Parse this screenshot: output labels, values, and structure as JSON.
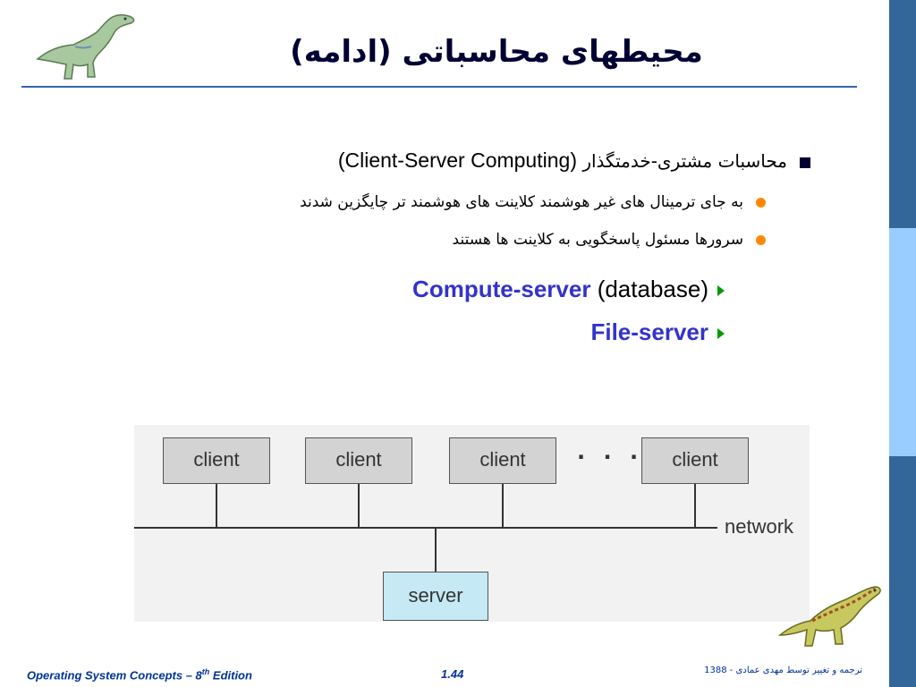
{
  "title": "محیطهای محاسباتی (ادامه)",
  "bullet1": {
    "fa": "محاسبات مشتری-خدمتگذار",
    "en_open": "(",
    "en": "Client-Server Computing",
    "en_close": ")"
  },
  "sub_bullets": [
    "به جای ترمینال های غیر هوشمند کلاینت های هوشمند تر چایگزین شدند",
    "سرورها مسئول پاسخگویی به کلاینت ها هستند"
  ],
  "servers": [
    {
      "bold": "Compute-server",
      "normal": "(database)"
    },
    {
      "bold": "File-server",
      "normal": ""
    }
  ],
  "diagram": {
    "clients": [
      "client",
      "client",
      "client",
      "client"
    ],
    "ellipsis": "· · ·",
    "network_label": "network",
    "server_label": "server"
  },
  "footer": {
    "left_prefix": "Operating System Concepts – 8",
    "left_sup": "th",
    "left_suffix": " Edition",
    "page": "1.44",
    "right": "ترجمه و تغییر توسط مهدی عمادی - 1388"
  },
  "colors": {
    "sidebar_dark": "#336699",
    "sidebar_light": "#99CCFF",
    "accent_blue": "#3333CC",
    "bullet_orange": "#FF8800",
    "arrow_green": "#009900"
  }
}
